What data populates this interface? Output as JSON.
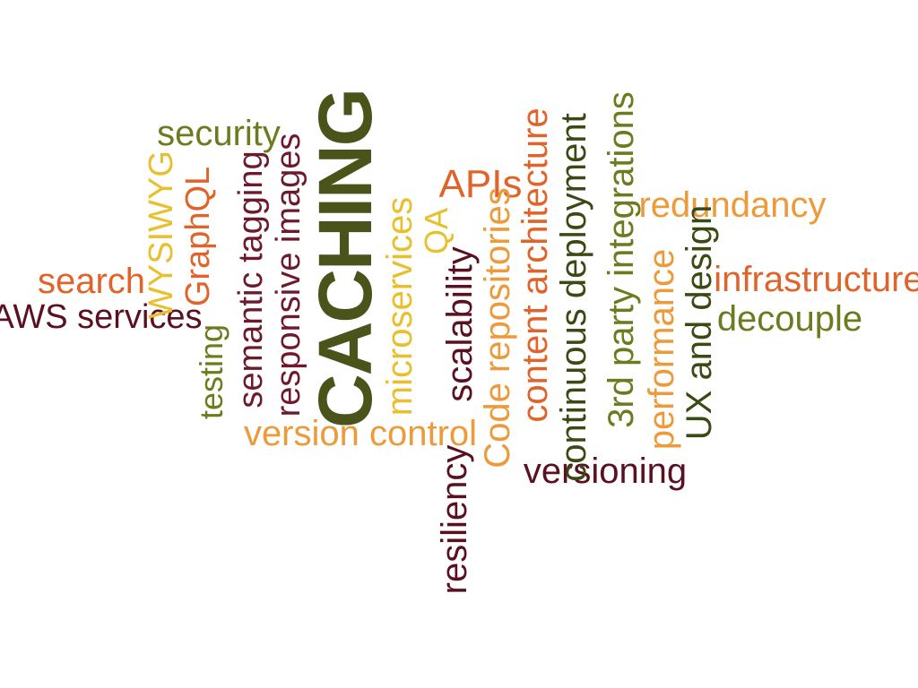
{
  "palette": {
    "dark_red": "#6e1a2e",
    "maroon": "#5a1020",
    "orange": "#e0642a",
    "light_orange": "#ec9a3a",
    "yellow": "#e8c02e",
    "olive": "#6e7a1e",
    "dark_olive": "#4a531a",
    "dark_green": "#3b4a14"
  },
  "words": [
    {
      "key": "caching",
      "text": "CACHING",
      "color": "#4a531a"
    },
    {
      "key": "security",
      "text": "security",
      "color": "#6e7a1e"
    },
    {
      "key": "search",
      "text": "search",
      "color": "#e0642a"
    },
    {
      "key": "aws_services",
      "text": "AWS services",
      "color": "#5a1020"
    },
    {
      "key": "wysiwyg",
      "text": "WYSIWYG",
      "color": "#e8c02e"
    },
    {
      "key": "graphql",
      "text": "GraphQL",
      "color": "#e0642a"
    },
    {
      "key": "testing",
      "text": "testing",
      "color": "#6e7a1e"
    },
    {
      "key": "semantic_tagging",
      "text": "semantic tagging",
      "color": "#6e1a2e"
    },
    {
      "key": "responsive_images",
      "text": "responsive images",
      "color": "#6e1a2e"
    },
    {
      "key": "version_control",
      "text": "version control",
      "color": "#ec9a3a"
    },
    {
      "key": "microservices",
      "text": "microservices",
      "color": "#e8c02e"
    },
    {
      "key": "qa",
      "text": "QA",
      "color": "#e8c02e"
    },
    {
      "key": "scalability",
      "text": "scalability",
      "color": "#5a1020"
    },
    {
      "key": "resiliency",
      "text": "resiliency",
      "color": "#5a1020"
    },
    {
      "key": "apis",
      "text": "APIs",
      "color": "#e0642a"
    },
    {
      "key": "code_repositories",
      "text": "Code repositories",
      "color": "#ec9a3a"
    },
    {
      "key": "content_architecture",
      "text": "content architecture",
      "color": "#e0642a"
    },
    {
      "key": "continuous_deployment",
      "text": "continuous deployment",
      "color": "#3b4a14"
    },
    {
      "key": "versioning",
      "text": "versioning",
      "color": "#5a1020"
    },
    {
      "key": "third_party",
      "text": "3rd party integrations",
      "color": "#6e7a1e"
    },
    {
      "key": "performance",
      "text": "performance",
      "color": "#ec9a3a"
    },
    {
      "key": "ux_design",
      "text": "UX and design",
      "color": "#3b4a14"
    },
    {
      "key": "redundancy",
      "text": "redundancy",
      "color": "#ec9a3a"
    },
    {
      "key": "infrastructure",
      "text": "infrastructure",
      "color": "#e0642a"
    },
    {
      "key": "decouple",
      "text": "decouple",
      "color": "#6e7a1e"
    }
  ]
}
